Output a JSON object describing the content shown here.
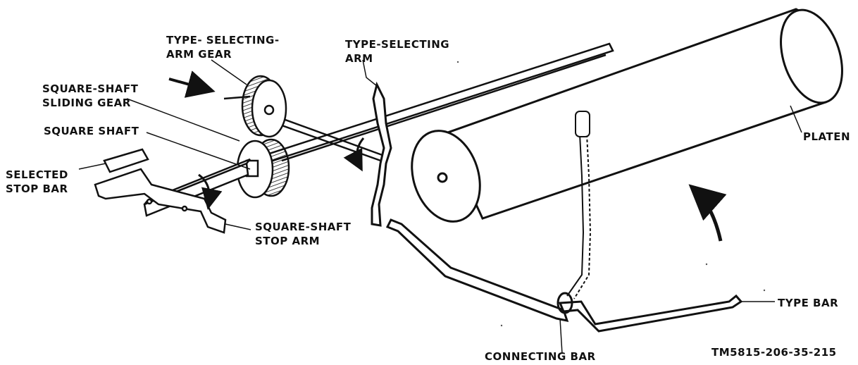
{
  "labels": {
    "type_selecting_arm_gear": [
      "TYPE- SELECTING-",
      "ARM GEAR"
    ],
    "type_selecting_arm": [
      "TYPE-SELECTING",
      "ARM"
    ],
    "square_shaft_sliding_gear": [
      "SQUARE-SHAFT",
      "SLIDING GEAR"
    ],
    "square_shaft": "SQUARE SHAFT",
    "selected_stop_bar": [
      "SELECTED",
      "STOP BAR"
    ],
    "square_shaft_stop_arm": [
      "SQUARE-SHAFT",
      "STOP ARM"
    ],
    "platen": "PLATEN",
    "type_bar": "TYPE BAR",
    "connecting_bar": "CONNECTING BAR",
    "figure_code": "TM5815-206-35-215"
  },
  "colors": {
    "ink": "#111111",
    "paper": "#ffffff"
  }
}
